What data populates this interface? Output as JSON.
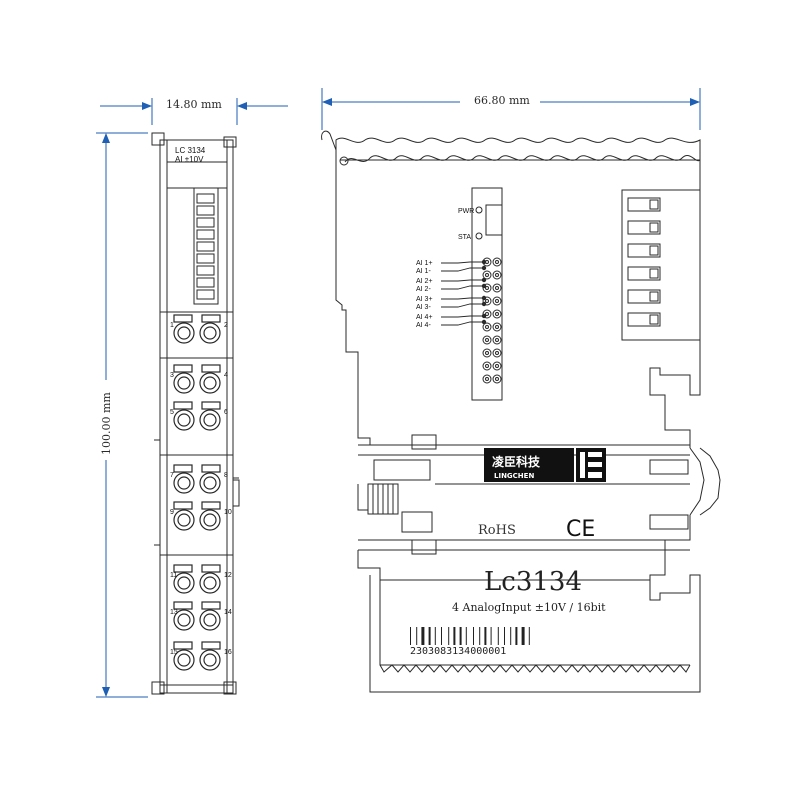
{
  "dimensions": {
    "width_side": "14.80 mm",
    "width_front": "66.80 mm",
    "height": "100.00 mm"
  },
  "side_view": {
    "model_label": "LC 3134",
    "range_label": "AI ±10V",
    "terminal_numbers": [
      "1",
      "2",
      "3",
      "4",
      "5",
      "6",
      "7",
      "8",
      "9",
      "10",
      "11",
      "12",
      "13",
      "14",
      "15",
      "16"
    ]
  },
  "front_view": {
    "led_labels": [
      "PWR",
      "STA"
    ],
    "channel_labels": [
      "AI 1+",
      "AI 1-",
      "AI 2+",
      "AI 2-",
      "AI 3+",
      "AI 3-",
      "AI 4+",
      "AI 4-"
    ],
    "brand_chinese": "凌臣科技",
    "brand_english": "LINGCHEN",
    "certifications": [
      "RoHS",
      "CE"
    ],
    "model_name": "Lc3134",
    "description": "4 AnalogInput ±10V / 16bit",
    "serial_number": "2303083134000001"
  },
  "colors": {
    "line": "#2a2a2a",
    "dimension": "#1f5fb4",
    "brand_bg": "#111111",
    "brand_text": "#ffffff"
  }
}
